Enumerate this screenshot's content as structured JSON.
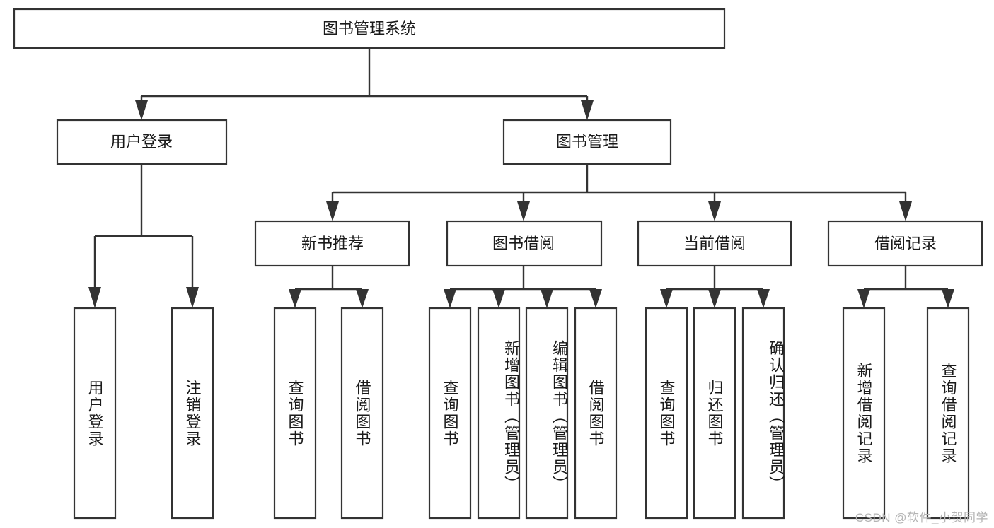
{
  "diagram": {
    "title": "图书管理系统",
    "type": "tree-hierarchy",
    "watermark": "CSDN @软件_小贺同学",
    "colors": {
      "stroke": "#333333",
      "box_fill": "#ffffff",
      "text": "#1a1a1a",
      "background": "#ffffff",
      "watermark": "#b4b4b4"
    },
    "nodes": {
      "root": {
        "label": "图书管理系统",
        "level": 0,
        "orientation": "horizontal"
      },
      "l1": [
        {
          "id": "user-login",
          "label": "用户登录",
          "level": 1,
          "orientation": "horizontal"
        },
        {
          "id": "book-manage",
          "label": "图书管理",
          "level": 1,
          "orientation": "horizontal"
        }
      ],
      "l2": [
        {
          "id": "new-book-recommend",
          "label": "新书推荐",
          "level": 2,
          "orientation": "horizontal",
          "parent": "book-manage"
        },
        {
          "id": "book-borrow",
          "label": "图书借阅",
          "level": 2,
          "orientation": "horizontal",
          "parent": "book-manage"
        },
        {
          "id": "current-borrow",
          "label": "当前借阅",
          "level": 2,
          "orientation": "horizontal",
          "parent": "book-manage"
        },
        {
          "id": "borrow-record",
          "label": "借阅记录",
          "level": 2,
          "orientation": "horizontal",
          "parent": "book-manage"
        }
      ],
      "leaves": [
        {
          "id": "leaf-user-login",
          "label": "用户登录",
          "orientation": "vertical",
          "parent": "user-login"
        },
        {
          "id": "leaf-user-logout",
          "label": "注销登录",
          "orientation": "vertical",
          "parent": "user-login"
        },
        {
          "id": "leaf-query-book-1",
          "label": "查询图书",
          "orientation": "vertical",
          "parent": "new-book-recommend"
        },
        {
          "id": "leaf-borrow-book-1",
          "label": "借阅图书",
          "orientation": "vertical",
          "parent": "new-book-recommend"
        },
        {
          "id": "leaf-query-book-2",
          "label": "查询图书",
          "orientation": "vertical",
          "parent": "book-borrow"
        },
        {
          "id": "leaf-add-book",
          "label": "新增图书（管理员）",
          "orientation": "vertical",
          "parent": "book-borrow"
        },
        {
          "id": "leaf-edit-book",
          "label": "编辑图书（管理员）",
          "orientation": "vertical",
          "parent": "book-borrow"
        },
        {
          "id": "leaf-borrow-book-2",
          "label": "借阅图书",
          "orientation": "vertical",
          "parent": "book-borrow"
        },
        {
          "id": "leaf-query-book-3",
          "label": "查询图书",
          "orientation": "vertical",
          "parent": "current-borrow"
        },
        {
          "id": "leaf-return-book",
          "label": "归还图书",
          "orientation": "vertical",
          "parent": "current-borrow"
        },
        {
          "id": "leaf-confirm-return",
          "label": "确认归还（管理员）",
          "orientation": "vertical",
          "parent": "current-borrow"
        },
        {
          "id": "leaf-add-record",
          "label": "新增借阅记录",
          "orientation": "vertical",
          "parent": "borrow-record"
        },
        {
          "id": "leaf-query-record",
          "label": "查询借阅记录",
          "orientation": "vertical",
          "parent": "borrow-record"
        }
      ]
    }
  }
}
